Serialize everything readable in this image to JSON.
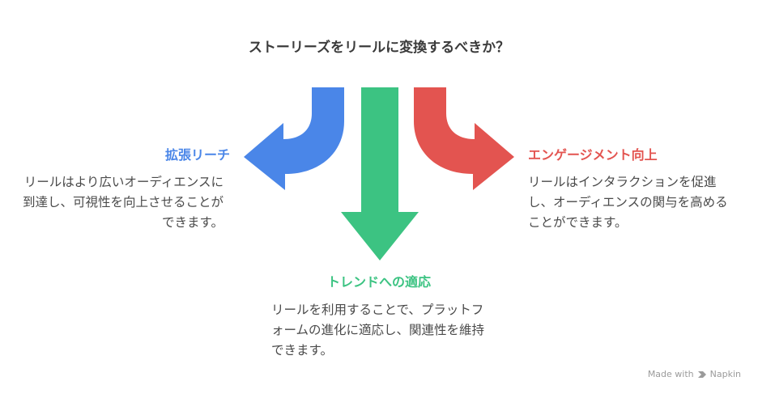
{
  "title": "ストーリーズをリールに変換するべきか？",
  "branches": {
    "left": {
      "heading": "拡張リーチ",
      "description": "リールはより広いオーディエンスに到達し、可視性を向上させることができます。",
      "color": "#4a86e8"
    },
    "middle": {
      "heading": "トレンドへの適応",
      "description": "リールを利用することで、プラットフォームの進化に適応し、関連性を維持できます。",
      "color": "#3cc382"
    },
    "right": {
      "heading": "エンゲージメント向上",
      "description": "リールはインタラクションを促進し、オーディエンスの関与を高めることができます。",
      "color": "#e35450"
    }
  },
  "footer": {
    "made_with": "Made with",
    "brand": "Napkin",
    "logo_icon": "napkin-logo-icon"
  }
}
